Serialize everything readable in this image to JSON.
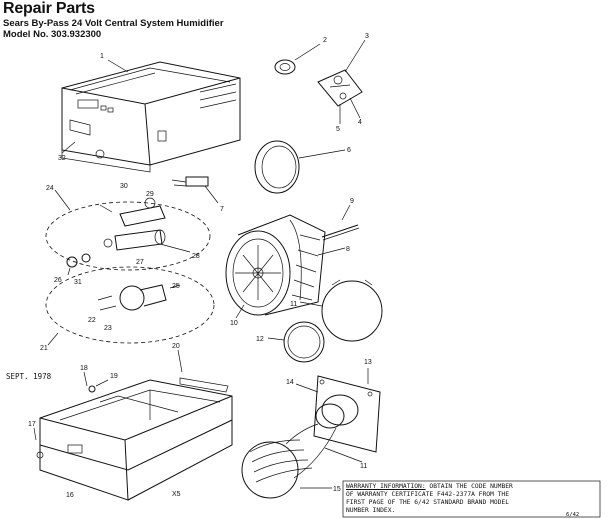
{
  "header": {
    "title": "Repair Parts",
    "subtitle": "Sears By-Pass 24 Volt Central System Humidifier",
    "model": "Model No. 303.932300"
  },
  "date_note": "SEPT. 1978",
  "warranty": {
    "heading": "WARRANTY INFORMATION:",
    "line1_rest": " OBTAIN THE CODE NUMBER",
    "line2": "OF WARRANTY CERTIFICATE F442-2377A  FROM THE",
    "line3": "FIRST PAGE OF THE 6/42 STANDARD BRAND MODEL",
    "line4": "NUMBER INDEX."
  },
  "page_code": "6/42",
  "callouts": {
    "c1": "1",
    "c2": "2",
    "c3": "3",
    "c4": "4",
    "c5": "5",
    "c6": "6",
    "c7": "7",
    "c8": "8",
    "c9": "9",
    "c10": "10",
    "c11": "11",
    "c12": "12",
    "c13": "13",
    "c14": "14",
    "c15": "15",
    "c16": "16",
    "c17": "17",
    "c18": "18",
    "c19": "19",
    "c20": "20",
    "c21": "21",
    "c22": "22",
    "c23": "23",
    "c24": "24",
    "c25": "25",
    "c26": "26",
    "c27": "27",
    "c28": "28",
    "c29": "29",
    "c30": "30",
    "c31": "31",
    "c32": "32",
    "c5b": "X5",
    "c11b": "11"
  }
}
